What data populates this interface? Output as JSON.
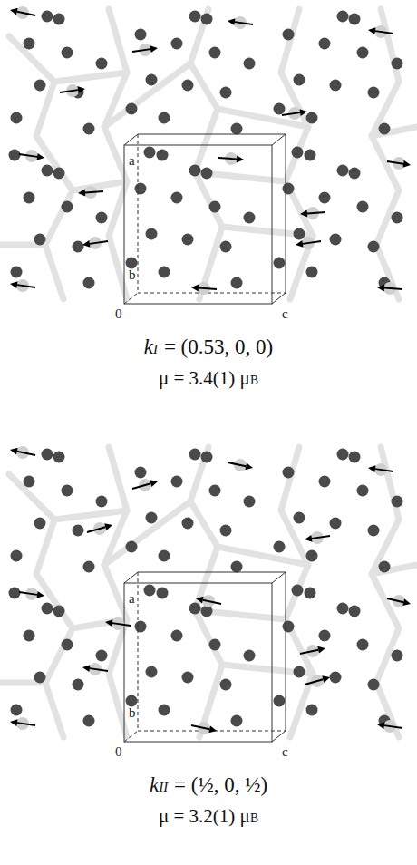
{
  "diagram": {
    "labels": [
      "a",
      "b",
      "0",
      "c",
      "k",
      "I",
      "= (0.53, 0, 0)",
      "μ = 3.4(1) μ",
      "B",
      "a",
      "b",
      "0",
      "c",
      "k",
      "II",
      "= (½, 0, ½)",
      "μ = 3.2(1) μ",
      "B"
    ]
  }
}
